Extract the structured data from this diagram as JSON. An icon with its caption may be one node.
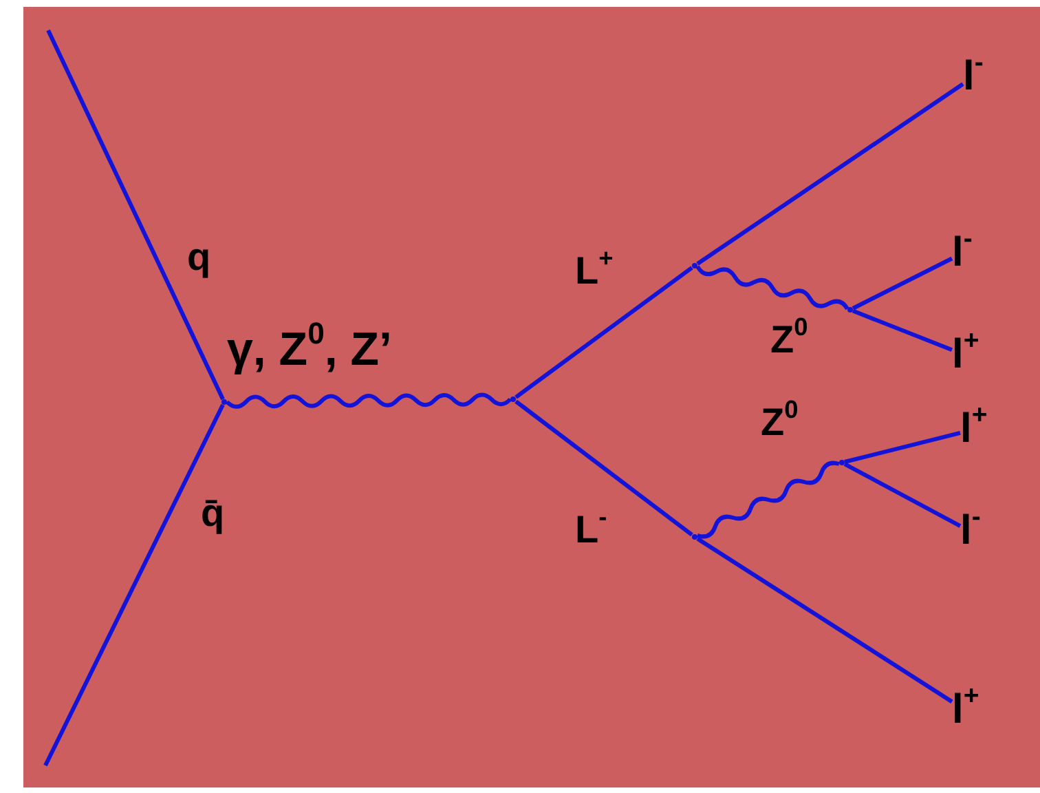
{
  "diagram": {
    "nodes": [
      {
        "text": [],
        "shape": "point"
      },
      {
        "text": [],
        "shape": "point"
      },
      {
        "text": [],
        "shape": "point"
      },
      {
        "text": [],
        "shape": "point"
      },
      {
        "text": [],
        "shape": "point"
      },
      {
        "text": [],
        "shape": "point"
      },
      {
        "text": [
          "l$^{-}$"
        ]
      },
      {
        "text": [
          "l$^{-}$"
        ]
      },
      {
        "text": [
          "l$^{+}$"
        ]
      },
      {
        "text": [
          "l$^{+}$"
        ]
      },
      {
        "text": [
          "l$^{-}$"
        ]
      },
      {
        "text": [
          "l$^{+}$"
        ]
      }
    ],
    "edges": [
      {
        "from": null,
        "to": 0,
        "arrow": "none",
        "label": "q"
      },
      {
        "from": null,
        "to": 0,
        "arrow": "none",
        "label": "q̄"
      },
      {
        "from": 0,
        "to": 1,
        "arrow": "none",
        "label": "γ, Z$^{0}$, Z’"
      },
      {
        "from": 1,
        "to": 2,
        "arrow": "none",
        "label": "L$^{+}$"
      },
      {
        "from": 1,
        "to": 4,
        "arrow": "none",
        "label": "L$^{-}$"
      },
      {
        "from": 2,
        "to": 6,
        "arrow": "none"
      },
      {
        "from": 2,
        "to": 3,
        "arrow": "none",
        "label": "Z$^{0}$"
      },
      {
        "from": 3,
        "to": 7,
        "arrow": "none"
      },
      {
        "from": 3,
        "to": 8,
        "arrow": "none"
      },
      {
        "from": 4,
        "to": 11,
        "arrow": "none"
      },
      {
        "from": 4,
        "to": 5,
        "arrow": "none",
        "label": "Z$^{0}$"
      },
      {
        "from": 5,
        "to": 9,
        "arrow": "none"
      },
      {
        "from": 5,
        "to": 10,
        "arrow": "none"
      }
    ]
  }
}
